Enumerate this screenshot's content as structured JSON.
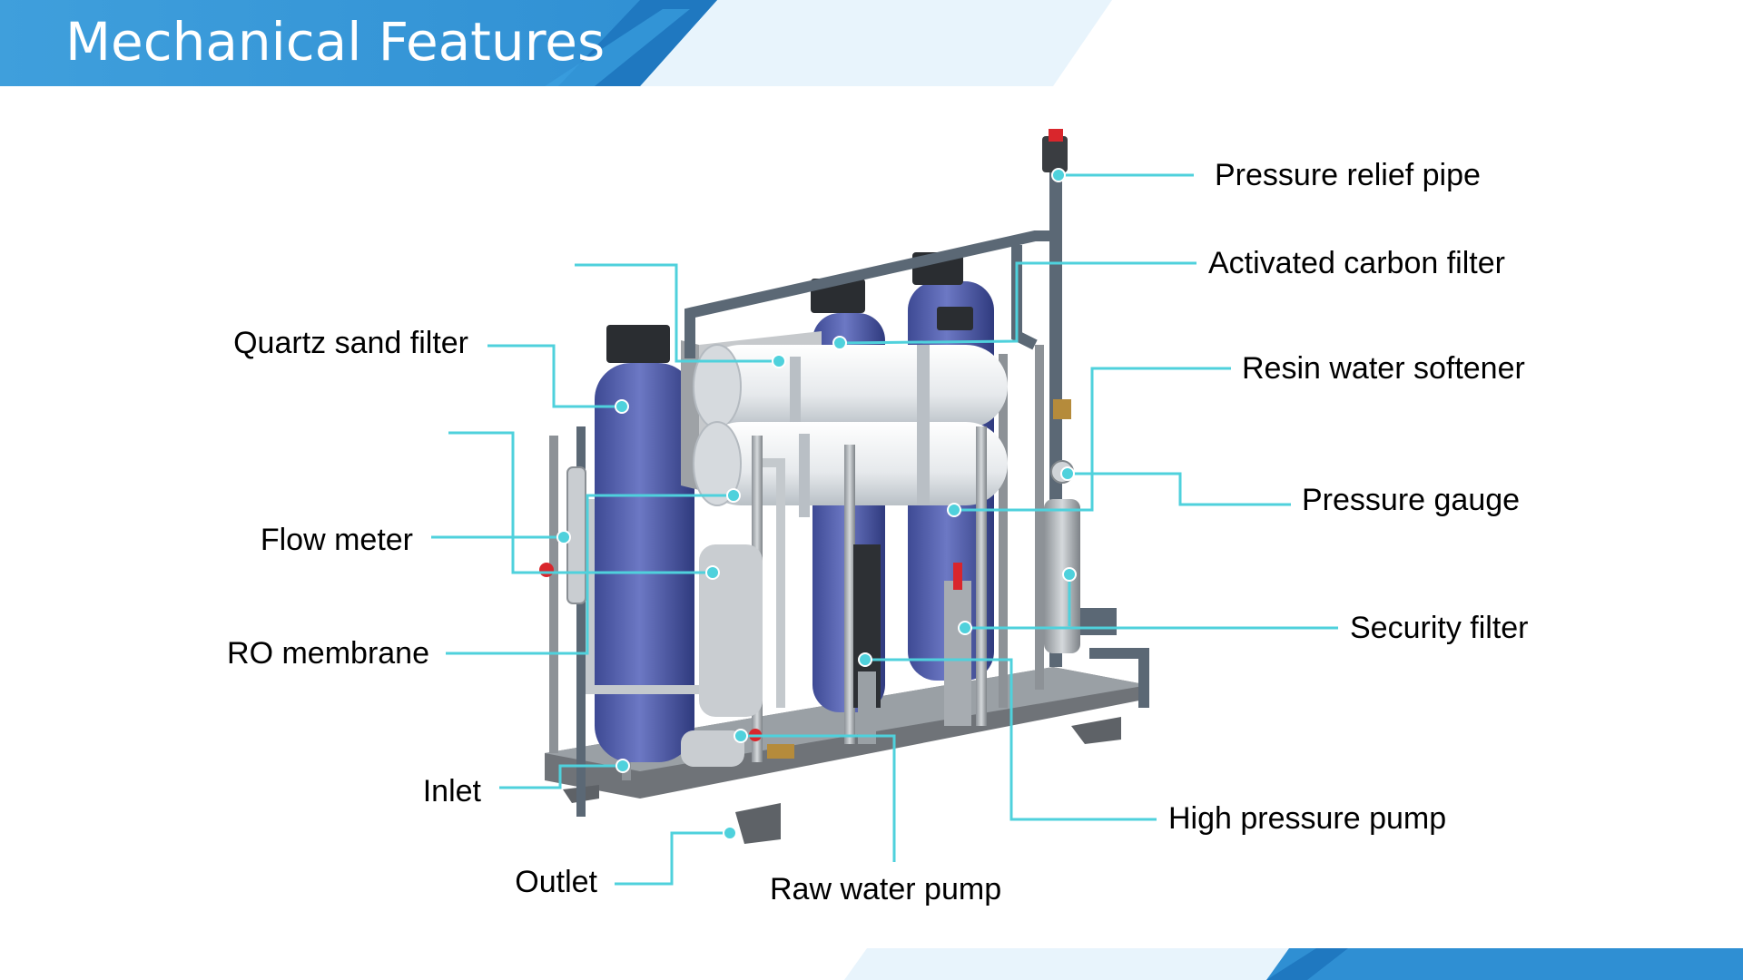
{
  "header": {
    "title": "Mechanical Features",
    "colors": {
      "band": "#3f9fdc",
      "band_dark": "#1f78c0",
      "band_light": "#e6f3fc"
    }
  },
  "diagram": {
    "leader_color": "#4fd1dc",
    "callouts": [
      {
        "id": "pressure-relief-pipe",
        "label": "Pressure relief pipe"
      },
      {
        "id": "activated-carbon-filter",
        "label": "Activated carbon filter"
      },
      {
        "id": "quartz-sand-filter",
        "label": "Quartz sand filter"
      },
      {
        "id": "resin-water-softener",
        "label": "Resin water softener"
      },
      {
        "id": "pressure-gauge",
        "label": "Pressure gauge"
      },
      {
        "id": "flow-meter",
        "label": "Flow meter"
      },
      {
        "id": "security-filter",
        "label": "Security filter"
      },
      {
        "id": "ro-membrane",
        "label": "RO membrane"
      },
      {
        "id": "inlet",
        "label": "Inlet"
      },
      {
        "id": "high-pressure-pump",
        "label": "High pressure pump"
      },
      {
        "id": "outlet",
        "label": "Outlet"
      },
      {
        "id": "raw-water-pump",
        "label": "Raw water pump"
      }
    ]
  }
}
